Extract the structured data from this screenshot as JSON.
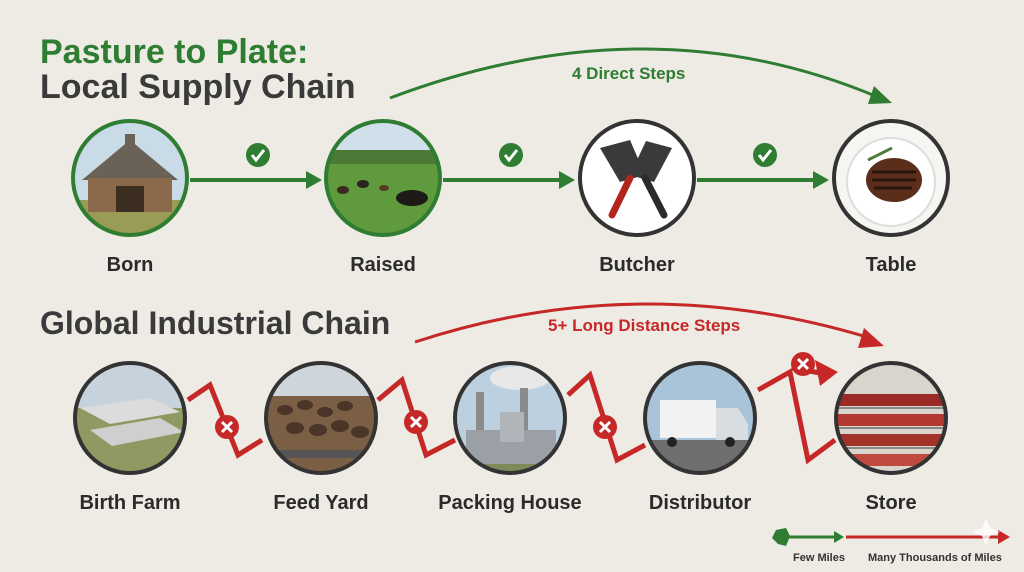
{
  "title_line1": "Pasture to Plate:",
  "title_line2": "Local Supply Chain",
  "local": {
    "steps_label": "4 Direct Steps",
    "color": "#2e7d32",
    "nodes": [
      {
        "label": "Born",
        "icon": "barn-icon"
      },
      {
        "label": "Raised",
        "icon": "cattle-pasture-icon"
      },
      {
        "label": "Butcher",
        "icon": "cleaver-icon"
      },
      {
        "label": "Table",
        "icon": "steak-plate-icon"
      }
    ]
  },
  "global": {
    "title": "Global Industrial Chain",
    "steps_label": "5+ Long Distance Steps",
    "color": "#c62828",
    "nodes": [
      {
        "label": "Birth Farm",
        "icon": "birth-farm-icon"
      },
      {
        "label": "Feed Yard",
        "icon": "feed-yard-icon"
      },
      {
        "label": "Packing House",
        "icon": "factory-icon"
      },
      {
        "label": "Distributor",
        "icon": "truck-icon"
      },
      {
        "label": "Store",
        "icon": "store-meat-icon"
      }
    ]
  },
  "scale": {
    "few_label": "Few Miles",
    "many_label": "Many Thousands of Miles"
  }
}
